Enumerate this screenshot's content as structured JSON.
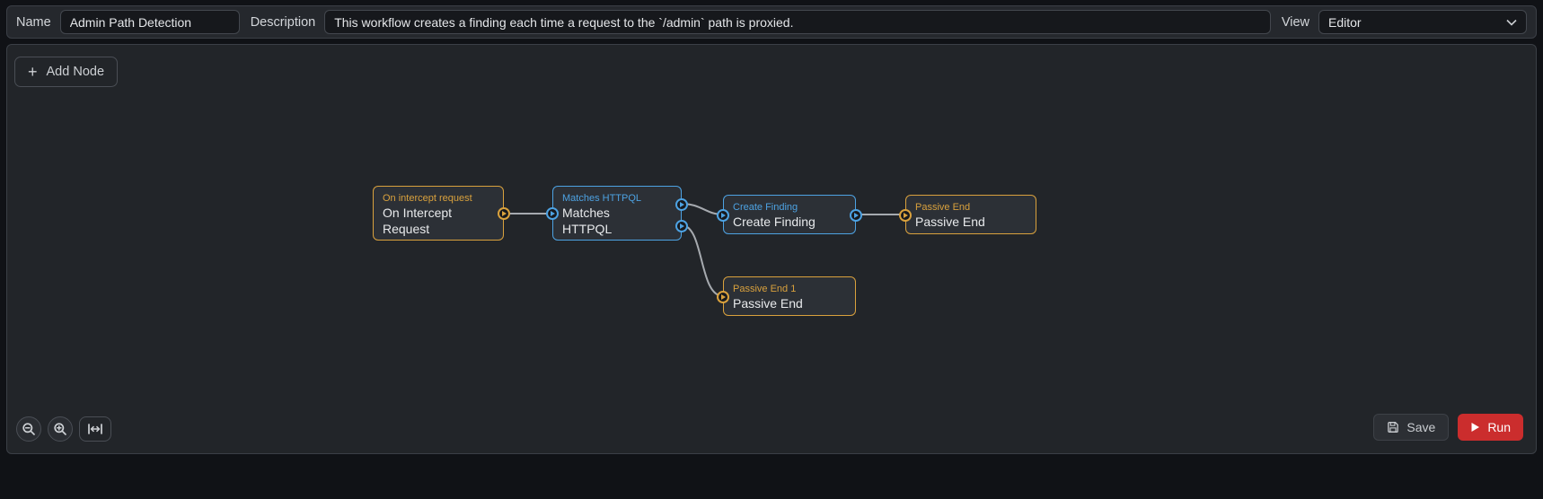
{
  "header": {
    "name_label": "Name",
    "name_value": "Admin Path Detection",
    "description_label": "Description",
    "description_value": "This workflow creates a finding each time a request to the `/admin` path is proxied.",
    "view_label": "View",
    "view_value": "Editor"
  },
  "toolbar": {
    "add_node_label": "Add Node"
  },
  "icons": {
    "add": "+"
  },
  "nodes": [
    {
      "title": "On intercept request",
      "body": "On Intercept Request",
      "color": "#d9a13d"
    },
    {
      "title": "Matches HTTPQL",
      "body": "Matches HTTPQL",
      "color": "#4da2e2"
    },
    {
      "title": "Create Finding",
      "body": "Create Finding",
      "color": "#4da2e2"
    },
    {
      "title": "Passive End",
      "body": "Passive End",
      "color": "#d9a13d"
    },
    {
      "title": "Passive End 1",
      "body": "Passive End",
      "color": "#d9a13d"
    }
  ],
  "edges": [
    {
      "from": "On Intercept Request",
      "to": "Matches HTTPQL"
    },
    {
      "from": "Matches HTTPQL (output 1)",
      "to": "Create Finding"
    },
    {
      "from": "Matches HTTPQL (output 2)",
      "to": "Passive End 1"
    },
    {
      "from": "Create Finding",
      "to": "Passive End"
    }
  ],
  "footer": {
    "save_label": "Save",
    "run_label": "Run"
  },
  "colors": {
    "orange": "#d9a13d",
    "blue": "#4da2e2",
    "run_red": "#cb2d2d",
    "edge": "#a6aaaf"
  }
}
